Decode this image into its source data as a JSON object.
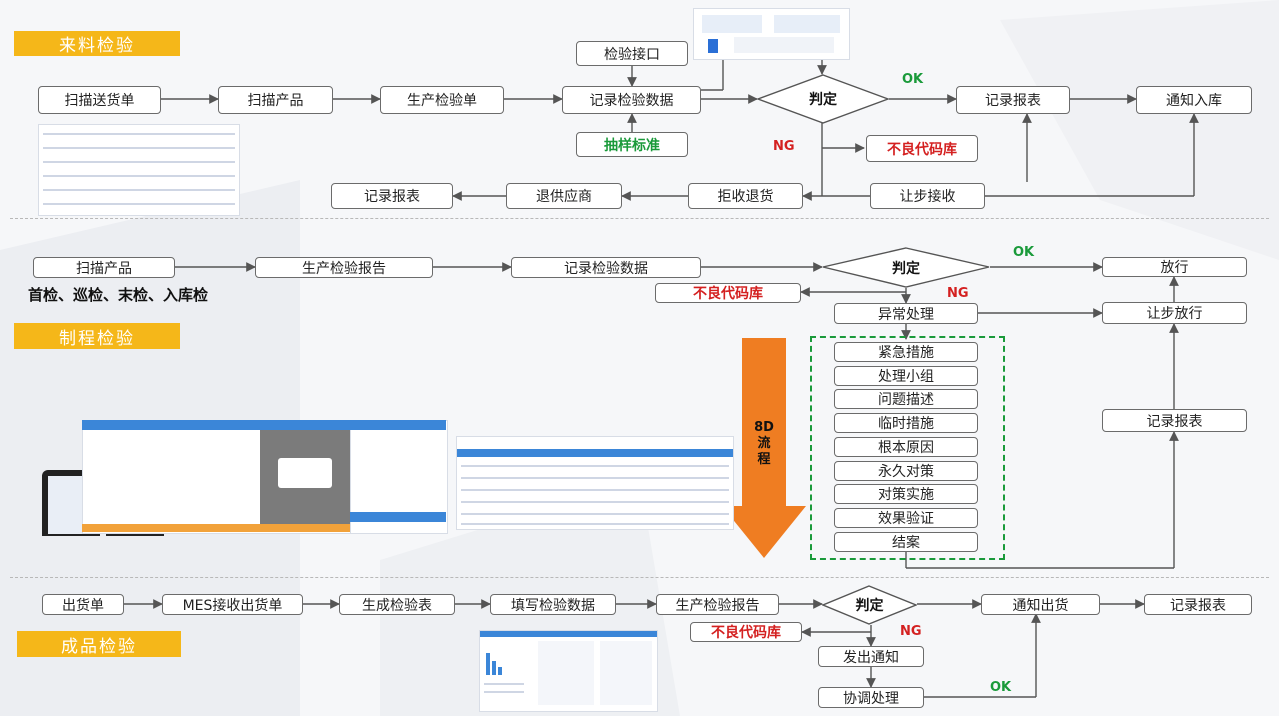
{
  "sections": {
    "incoming": {
      "tag": "来料检验",
      "scan_delivery": "扫描送货单",
      "scan_product": "扫描产品",
      "prod_inspect_sheet": "生产检验单",
      "record_data": "记录检验数据",
      "inspect_interface": "检验接口",
      "sampling_std": "抽样标准",
      "judge": "判定",
      "ok": "OK",
      "ng": "NG",
      "record_report": "记录报表",
      "notify_stock": "通知入库",
      "defect_lib": "不良代码库",
      "record_report2": "记录报表",
      "return_supplier": "退供应商",
      "reject": "拒收退货",
      "concession": "让步接收"
    },
    "process": {
      "tag": "制程检验",
      "scan_product": "扫描产品",
      "prod_report": "生产检验报告",
      "record_data": "记录检验数据",
      "judge": "判定",
      "ok": "OK",
      "ng": "NG",
      "release": "放行",
      "defect_lib": "不良代码库",
      "abnormal": "异常处理",
      "concession_release": "让步放行",
      "record_report": "记录报表",
      "inspect_types": "首检、巡检、末检、入库检",
      "flow_8d": "8D流程",
      "steps": [
        "紧急措施",
        "处理小组",
        "问题描述",
        "临时措施",
        "根本原因",
        "永久对策",
        "对策实施",
        "效果验证",
        "结案"
      ]
    },
    "final": {
      "tag": "成品检验",
      "ship_order": "出货单",
      "mes_receive": "MES接收出货单",
      "gen_sheet": "生成检验表",
      "fill_data": "填写检验数据",
      "prod_report": "生产检验报告",
      "judge": "判定",
      "notify_ship": "通知出货",
      "record_report": "记录报表",
      "ng": "NG",
      "defect_lib": "不良代码库",
      "send_notice": "发出通知",
      "coordinate": "协调处理",
      "ok": "OK"
    }
  },
  "colors": {
    "tag": "#f5b719",
    "ok": "#1a9a3a",
    "ng": "#d42020",
    "arrow": "#ef7d22",
    "dash": "#1a9a3a"
  }
}
